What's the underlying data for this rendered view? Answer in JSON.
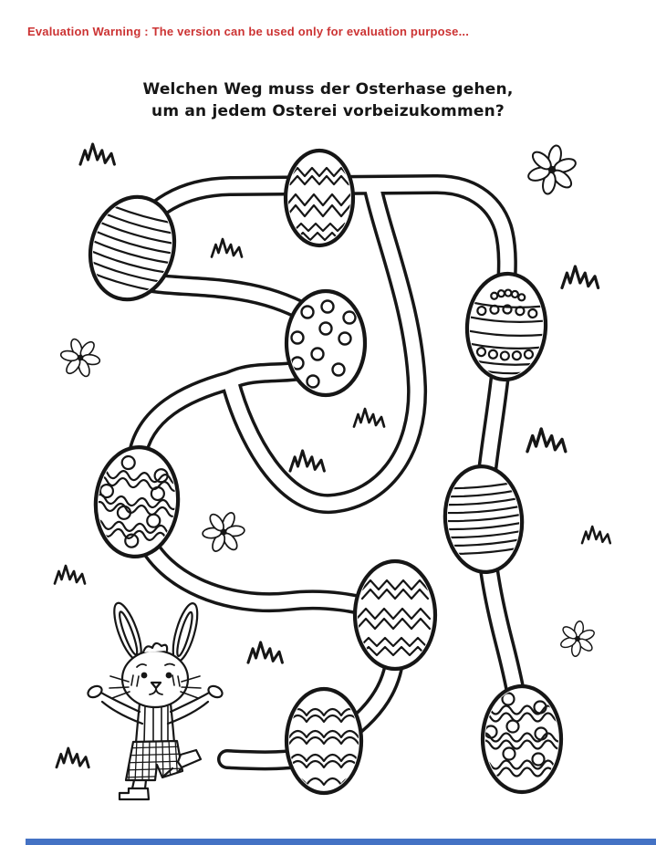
{
  "watermark": {
    "text": "Evaluation Warning : The version can be used only for evaluation purpose...",
    "color": "#cc3333"
  },
  "title": {
    "line1": "Welchen Weg muss der Osterhase gehen,",
    "line2": "um an jedem Osterei vorbeizukommen?"
  },
  "illustration": {
    "type": "easter-maze-coloring-page",
    "ink_color": "#161616",
    "character": "easter-bunny",
    "path_start": "rounded-path-end-next-to-bunny",
    "eggs": [
      {
        "id": "egg-top-left",
        "pattern": "horizontal-stripes"
      },
      {
        "id": "egg-top-center",
        "pattern": "zigzag"
      },
      {
        "id": "egg-top-right",
        "pattern": "bands-with-dots"
      },
      {
        "id": "egg-center",
        "pattern": "polka-dots"
      },
      {
        "id": "egg-mid-left",
        "pattern": "waves-with-dots"
      },
      {
        "id": "egg-mid-right",
        "pattern": "horizontal-stripes"
      },
      {
        "id": "egg-bottom-center",
        "pattern": "zigzag"
      },
      {
        "id": "egg-bottom-left",
        "pattern": "scallop-waves"
      },
      {
        "id": "egg-bottom-right",
        "pattern": "waves-with-dots"
      }
    ],
    "decorations": {
      "grass_tufts": 10,
      "flowers": 4
    }
  },
  "footer": {
    "bar_color": "#4472c4"
  }
}
